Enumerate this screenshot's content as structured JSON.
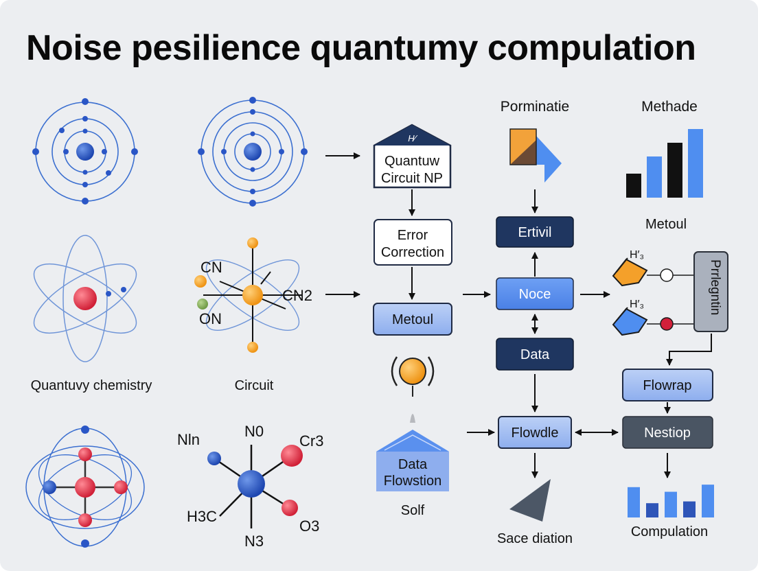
{
  "title": "Noise pesilience quantumy compulation",
  "colors": {
    "background": "#eceef1",
    "atom_blue": "#2a56c6",
    "orbit_blue": "#3b6fd0",
    "atom_red": "#e23a4f",
    "atom_orange": "#f4a02a",
    "navy_box": "#1f3660",
    "blue_box": "#5a90ee",
    "light_blue_box": "#a7c1f2",
    "grey_box": "#4a5563",
    "bar_black": "#111111",
    "bar_blue": "#4f8ef0"
  },
  "left_column": {
    "caption_chemistry": "Quantuvy chemistry"
  },
  "second_column": {
    "caption_circuit": "Circuit",
    "top_molecule_labels": {
      "cn": "CN",
      "cn2": "CN2",
      "on": "ON"
    },
    "bottom_molecule_labels": {
      "nln": "Nln",
      "no": "N0",
      "cr3": "Cr3",
      "h3c": "H3C",
      "n3": "N3",
      "o3": "O3"
    }
  },
  "third_column": {
    "quantum_box_badge": "H⁄",
    "quantum_box_line1": "Quantuw",
    "quantum_box_line2": "Circuit NP",
    "error_box_line1": "Error",
    "error_box_line2": "Correction",
    "metoul_box": "Metoul",
    "data_flow_line1": "Data",
    "data_flow_line2": "Flowstion",
    "solf_caption": "Solf"
  },
  "fourth_column": {
    "header": "Porminatie",
    "ertivil_box": "Ertivil",
    "noce_box": "Noce",
    "data_box": "Data",
    "flowdle_box": "Flowdle",
    "space_caption": "Sace diation"
  },
  "fifth_column": {
    "header": "Methade",
    "metoul_caption": "Metoul",
    "h_label_1": "H′₃",
    "h_label_2": "H′₃",
    "prrlegntin_box": "Prrlegntin",
    "flowrap_box": "Flowrap",
    "nestiop_box": "Nestiop",
    "compulation_caption": "Compulation",
    "top_bars": [
      0.35,
      0.6,
      0.8,
      1.0
    ],
    "bottom_bars": [
      0.85,
      0.4,
      0.72,
      0.45,
      0.92
    ]
  }
}
